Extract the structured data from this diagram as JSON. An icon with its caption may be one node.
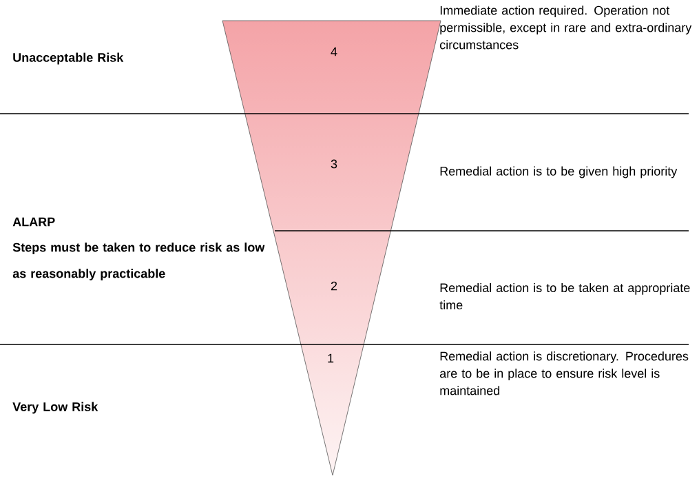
{
  "diagram": {
    "labels": [
      "Unacceptable Risk",
      "4",
      "Immediate action required. Operation not permissible, except in rare and extra-ordinary circumstances",
      "3",
      "Remedial action is to be given high priority",
      "ALARP",
      "Steps must be taken to reduce risk as low as reasonably practicable",
      "2",
      "Remedial action is to be taken at appropriate time",
      "1",
      "Remedial action is discretionary. Procedures are to be in place to ensure risk level is maintained",
      "Very Low Risk"
    ]
  }
}
